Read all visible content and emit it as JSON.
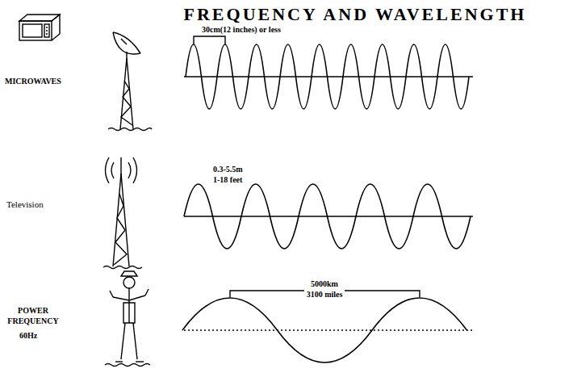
{
  "diagram": {
    "title": "FREQUENCY AND WAVELENGTH",
    "labels": [
      "30cm(12 inches) or less",
      "MICROWAVES",
      "Television",
      "0.3-5.5m",
      "1-18 feet",
      "5000km",
      "3100 miles",
      "POWER FREQUENCY",
      "60Hz"
    ]
  }
}
